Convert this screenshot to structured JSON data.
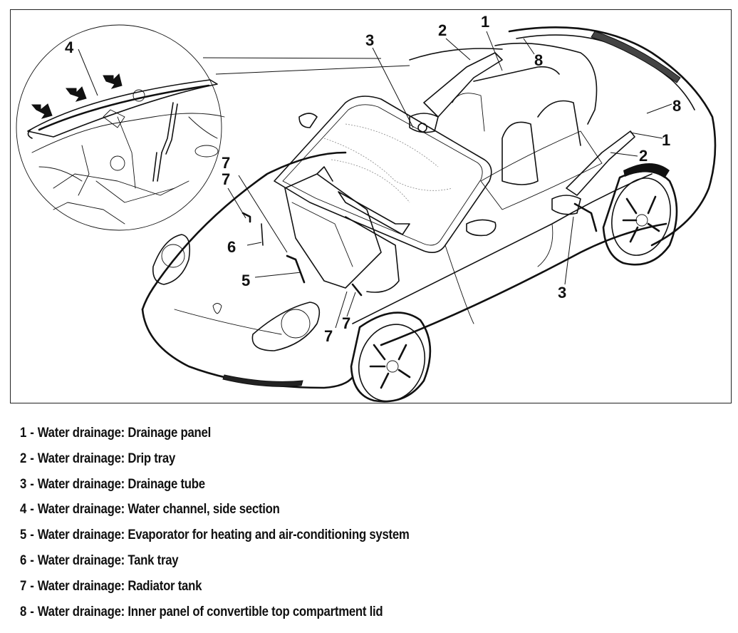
{
  "figure": {
    "subject": "Convertible sports car, cut-away view showing water drainage points",
    "detail_inset": "Magnified circular detail of front luggage compartment with water channel",
    "callouts": {
      "inset_4": "4",
      "c3_top": "3",
      "c2_top": "2",
      "c1_top": "1",
      "c8_top": "8",
      "c8_right": "8",
      "c1_right": "1",
      "c2_right": "2",
      "c3_right": "3",
      "c7_a": "7",
      "c7_b": "7",
      "c6": "6",
      "c5": "5",
      "c7_c": "7",
      "c7_d": "7"
    }
  },
  "legend": {
    "separator": "-",
    "items": [
      {
        "num": "1",
        "text": "Water drainage: Drainage panel"
      },
      {
        "num": "2",
        "text": "Water drainage: Drip tray"
      },
      {
        "num": "3",
        "text": "Water drainage: Drainage tube"
      },
      {
        "num": "4",
        "text": "Water drainage: Water channel, side section"
      },
      {
        "num": "5",
        "text": "Water drainage: Evaporator for heating and air-conditioning system"
      },
      {
        "num": "6",
        "text": "Water drainage: Tank tray"
      },
      {
        "num": "7",
        "text": "Water drainage: Radiator tank"
      },
      {
        "num": "8",
        "text": "Water drainage: Inner panel of convertible top compartment lid"
      }
    ]
  }
}
